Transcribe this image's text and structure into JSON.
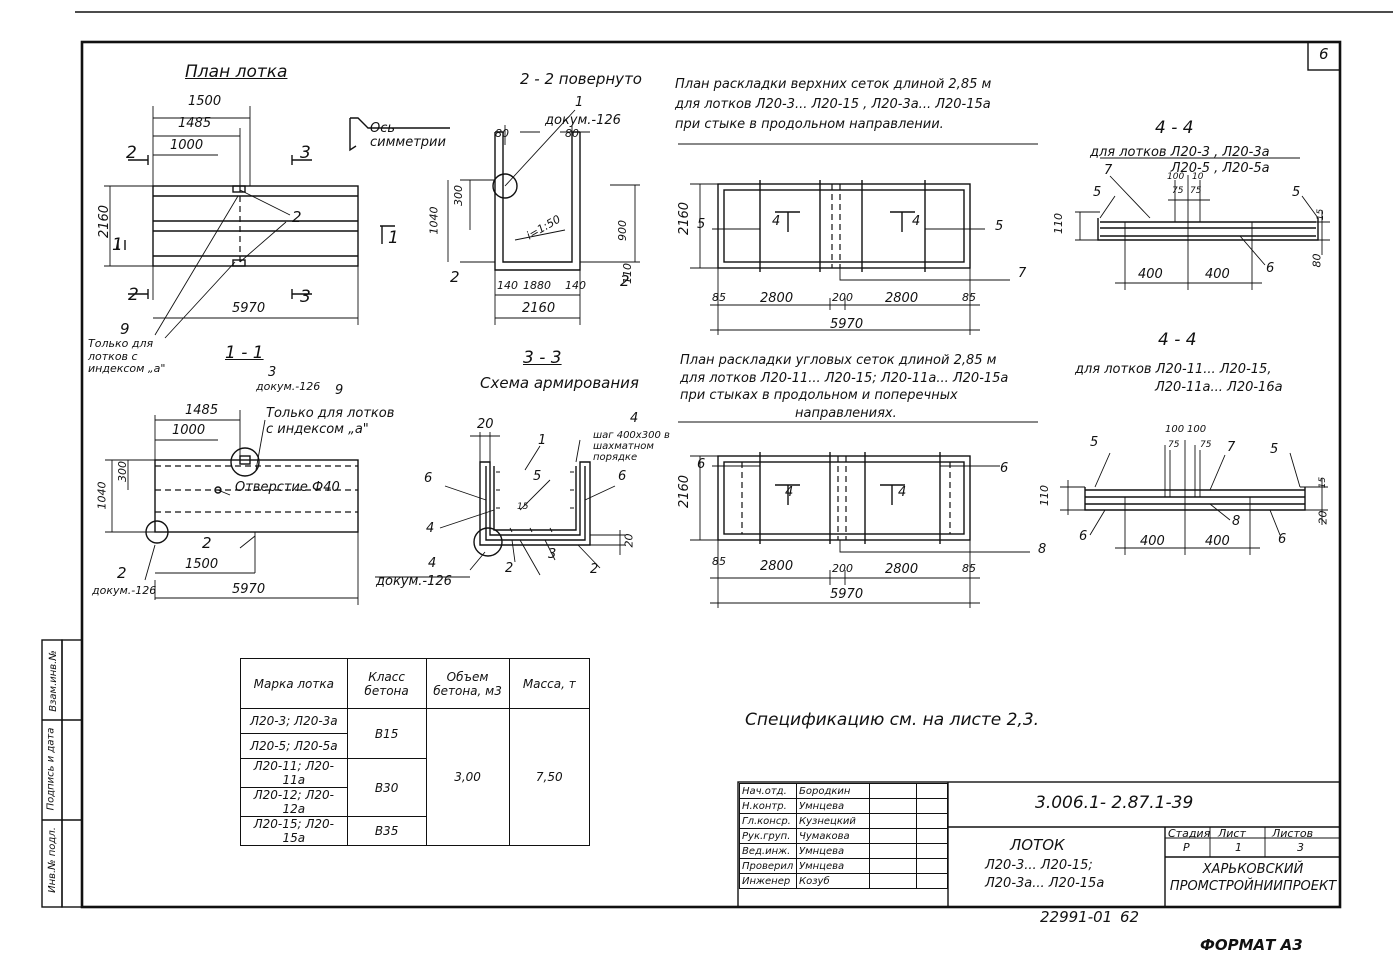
{
  "sheet": {
    "corner_number": "6",
    "format": "ФОРМАТ А3",
    "inventory": "22991-01",
    "inventory_page": "62",
    "spec_note": "Спецификацию см. на листе 2,3."
  },
  "plan": {
    "title": "План лотка",
    "axis_label": "Ось симметрии",
    "dims": {
      "d1500": "1500",
      "d1485": "1485",
      "d1000": "1000",
      "d2160": "2160",
      "d5970": "5970"
    },
    "sec": {
      "s1": "1",
      "s2": "2",
      "s3": "3",
      "item2": "2",
      "item9": "9"
    },
    "note": [
      "Только для",
      "лотков с",
      "индексом „а\""
    ]
  },
  "section22": {
    "title": "2 - 2 повернуто",
    "item1": "1",
    "doc": "докум.-126",
    "dims": {
      "d80a": "80",
      "d80b": "80",
      "d300": "300",
      "d1040": "1040",
      "d900": "900",
      "d140a": "140",
      "d1880": "1880",
      "d140b": "140",
      "d2160": "2160",
      "d110": "110",
      "slope": "i=1:50"
    },
    "item2a": "2",
    "item2b": "2"
  },
  "upper_mesh": {
    "title": [
      "План раскладки верхних сеток длиной 2,85 м",
      "для лотков Л20-3... Л20-15 , Л20-3а... Л20-15а",
      "при стыке в продольном направлении."
    ],
    "dims": {
      "d2160": "2160",
      "d85a": "85",
      "d2800a": "2800",
      "d200": "200",
      "d2800b": "2800",
      "d85b": "85",
      "d5970": "5970"
    },
    "items": {
      "i5a": "5",
      "i5b": "5",
      "i7": "7",
      "s4a": "4",
      "s4b": "4"
    }
  },
  "section44a": {
    "title": "4 - 4",
    "subtitle": [
      "для лотков Л20-3 , Л20-3а",
      "Л20-5 , Л20-5а"
    ],
    "dims": {
      "d100": "100",
      "d10": "10",
      "d75a": "75",
      "d75b": "75",
      "d110": "110",
      "d400a": "400",
      "d400b": "400",
      "d80": "80",
      "d15": "15"
    },
    "items": {
      "i5a": "5",
      "i5b": "5",
      "i7": "7",
      "i6": "6"
    }
  },
  "section11": {
    "title": "1 - 1",
    "item3": "3",
    "doc": "докум.-126",
    "item9": "9",
    "note": [
      "Только для лотков",
      "с индексом „а\""
    ],
    "hole": "Отверстие Ф40",
    "dims": {
      "d1485": "1485",
      "d1000": "1000",
      "d300": "300",
      "d1040": "1040",
      "d1500": "1500",
      "d5970": "5970"
    },
    "item2a": "2",
    "item2b": "2",
    "doc2": "докум.-126"
  },
  "section33": {
    "title": "3 - 3",
    "subtitle": "Схема армирования",
    "note": [
      "шаг 400х300 в",
      "шахматном",
      "порядке"
    ],
    "dims": {
      "d20a": "20",
      "d20b": "20",
      "d15": "15"
    },
    "items": {
      "i1": "1",
      "i4a": "4",
      "i6a": "6",
      "i5": "5",
      "i6b": "6",
      "i4b": "4",
      "i2a": "2",
      "i3": "3",
      "i2b": "2",
      "i4c": "4"
    },
    "doc": "докум.-126"
  },
  "corner_mesh": {
    "title": [
      "План раскладки угловых сеток длиной 2,85 м",
      "для лотков Л20-11... Л20-15; Л20-11а... Л20-15а",
      "при стыках в продольном и поперечных",
      "направлениях."
    ],
    "dims": {
      "d2160": "2160",
      "d85a": "85",
      "d2800a": "2800",
      "d200": "200",
      "d2800b": "2800",
      "d85b": "85",
      "d5970": "5970"
    },
    "items": {
      "i6a": "6",
      "i6b": "6",
      "i8": "8",
      "s4a": "4",
      "s4b": "4"
    }
  },
  "section44b": {
    "title": "4 - 4",
    "subtitle": [
      "для лотков Л20-11... Л20-15,",
      "Л20-11а... Л20-16а"
    ],
    "dims": {
      "d100a": "100",
      "d100b": "100",
      "d75a": "75",
      "d75b": "75",
      "d110": "110",
      "d400a": "400",
      "d400b": "400",
      "d15": "15",
      "d20": "20"
    },
    "items": {
      "i5a": "5",
      "i5b": "5",
      "i7": "7",
      "i6a": "6",
      "i6b": "6",
      "i8": "8"
    }
  },
  "spec_table": {
    "headers": [
      "Марка лотка",
      "Класс бетона",
      "Объем бетона, м3",
      "Масса, т"
    ],
    "rows": [
      [
        "Л20-3; Л20-3а",
        "В15"
      ],
      [
        "Л20-5; Л20-5а",
        ""
      ],
      [
        "Л20-11; Л20-11а",
        "В30"
      ],
      [
        "Л20-12; Л20-12а",
        ""
      ],
      [
        "Л20-15; Л20-15а",
        "В35"
      ]
    ],
    "volume": "3,00",
    "mass": "7,50"
  },
  "title_block": {
    "code": "3.006.1- 2.87.1-39",
    "product": "ЛОТОК",
    "product_lines": [
      "Л20-3... Л20-15;",
      "Л20-3а... Л20-15а"
    ],
    "stage_headers": [
      "Стадия",
      "Лист",
      "Листов"
    ],
    "stage_values": [
      "Р",
      "1",
      "3"
    ],
    "org": [
      "ХАРЬКОВСКИЙ",
      "ПРОМСТРОЙНИИПРОЕКТ"
    ],
    "roles": [
      [
        "Нач.отд.",
        "Бородкин"
      ],
      [
        "Н.контр.",
        "Умнцева"
      ],
      [
        "Гл.конср.",
        "Кузнецкий"
      ],
      [
        "Рук.груп.",
        "Чумакова"
      ],
      [
        "Вед.инж.",
        "Умнцева"
      ],
      [
        "Проверил",
        "Умнцева"
      ],
      [
        "Инженер",
        "Козуб"
      ]
    ]
  },
  "side_stamp": [
    "Инв.№ подл.",
    "Подпись и дата",
    "Взам.инв.№"
  ]
}
